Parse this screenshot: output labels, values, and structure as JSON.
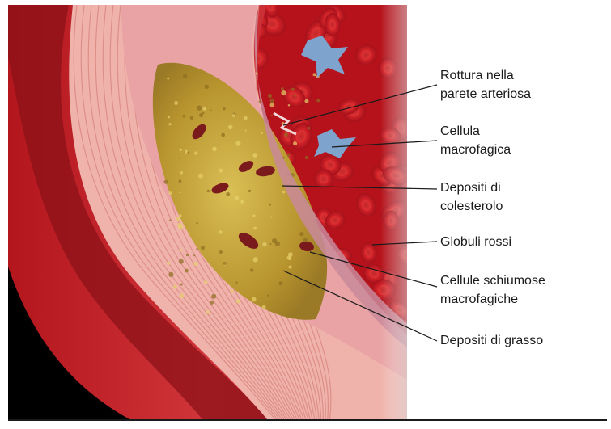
{
  "colors": {
    "tissue_outer": "#c2262b",
    "tissue_dark": "#7e1015",
    "muscle": "#f0b7b1",
    "intima": "#e8a7a6",
    "plaque": "#c9a63a",
    "plaque_light": "#e3c860",
    "blood": "#c0121c",
    "blood_light": "#e53a3a",
    "macrophage": "#7ea3cc",
    "pointer_line": "#1a1a1a"
  },
  "callouts": [
    {
      "id": "rupture",
      "lines": [
        "Rottura nella",
        "parete arteriosa"
      ],
      "target": "rupture-site"
    },
    {
      "id": "macrophage",
      "lines": [
        "Cellula",
        "macrofagica"
      ],
      "target": "macrophage-cell"
    },
    {
      "id": "cholesterol",
      "lines": [
        "Depositi di",
        "colesterolo"
      ],
      "target": "cholesterol-deposit"
    },
    {
      "id": "rbc",
      "lines": [
        "Globuli rossi"
      ],
      "target": "red-blood-cell"
    },
    {
      "id": "foam",
      "lines": [
        "Cellule schiumose",
        "macrofagiche"
      ],
      "target": "foam-cell"
    },
    {
      "id": "fat",
      "lines": [
        "Depositi di grasso"
      ],
      "target": "fat-deposit"
    }
  ]
}
